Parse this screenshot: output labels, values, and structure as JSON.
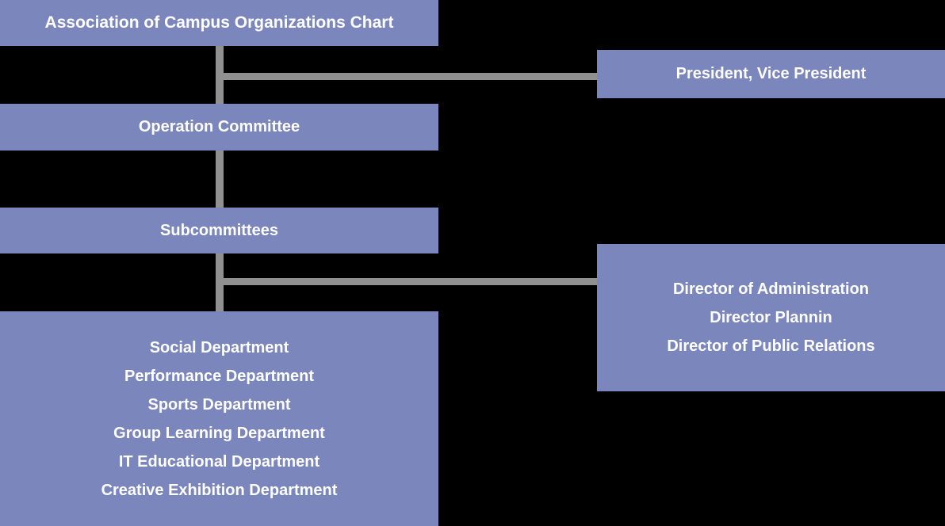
{
  "chart": {
    "title": "Association of Campus Organizations Chart",
    "background_color": "#000000",
    "node_color": "#7b86bd",
    "text_color": "#ffffff",
    "connector_color": "#909090"
  },
  "nodes": {
    "title": {
      "label": "Association of Campus Organizations Chart"
    },
    "operation_committee": {
      "label": "Operation Committee"
    },
    "subcommittees": {
      "label": "Subcommittees"
    },
    "executives": {
      "label": "President, Vice President"
    },
    "directors": {
      "lines": [
        "Director of Administration",
        "Director Plannin",
        "Director of Public Relations"
      ]
    },
    "departments": {
      "lines": [
        "Social Department",
        "Performance Department",
        "Sports Department",
        "Group Learning Department",
        "IT Educational Department",
        "Creative Exhibition Department"
      ]
    }
  }
}
